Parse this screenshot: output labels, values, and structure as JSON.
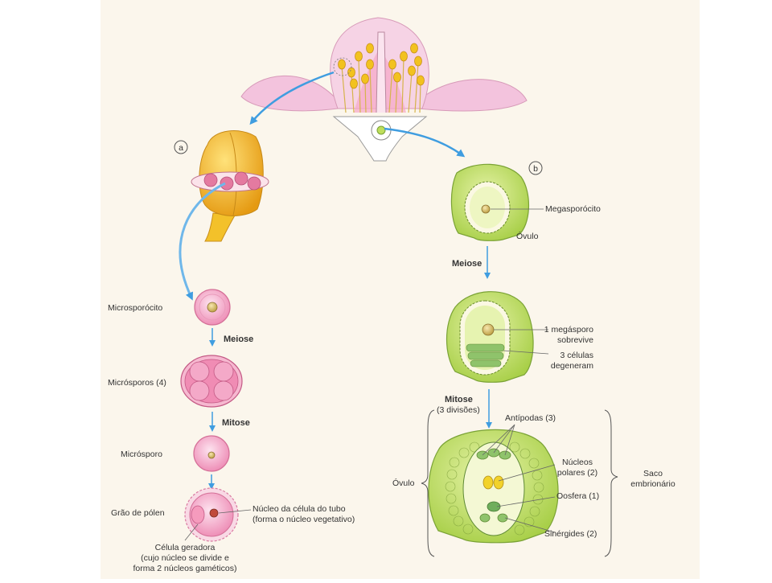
{
  "markers": {
    "a": "a",
    "b": "b"
  },
  "left": {
    "microsporocyte": "Microsporócito",
    "meiosis": "Meiose",
    "microspores": "Micrósporos (4)",
    "mitosis": "Mitose",
    "microspore": "Micrósporo",
    "pollen_grain": "Grão de pólen",
    "tube_nucleus_l1": "Núcleo da célula do tubo",
    "tube_nucleus_l2": "(forma o núcleo vegetativo)",
    "generative_l1": "Célula geradora",
    "generative_l2": "(cujo núcleo se divide e",
    "generative_l3": "forma 2 núcleos gaméticos)"
  },
  "right": {
    "megasporocyte": "Megasporócito",
    "ovule_top": "Óvulo",
    "meiosis": "Meiose",
    "survivor_l1": "1 megásporo",
    "survivor_l2": "sobrevive",
    "degenerate_l1": "3 células",
    "degenerate_l2": "degeneram",
    "mitosis": "Mitose",
    "mitosis_sub": "(3 divisões)",
    "antipodals": "Antípodas (3)",
    "polar_l1": "Núcleos",
    "polar_l2": "polares (2)",
    "egg": "Oosfera (1)",
    "synergids": "Sinérgides (2)",
    "ovule_bottom": "Óvulo",
    "sac_l1": "Saco",
    "sac_l2": "embrionário"
  },
  "colors": {
    "background": "#fbf6ec",
    "petal": "#f3c3dd",
    "anther": "#f2c21f",
    "pink_cell": "#f2a3c3",
    "green_cell": "#bede5c",
    "arrow": "#3f9de0"
  }
}
